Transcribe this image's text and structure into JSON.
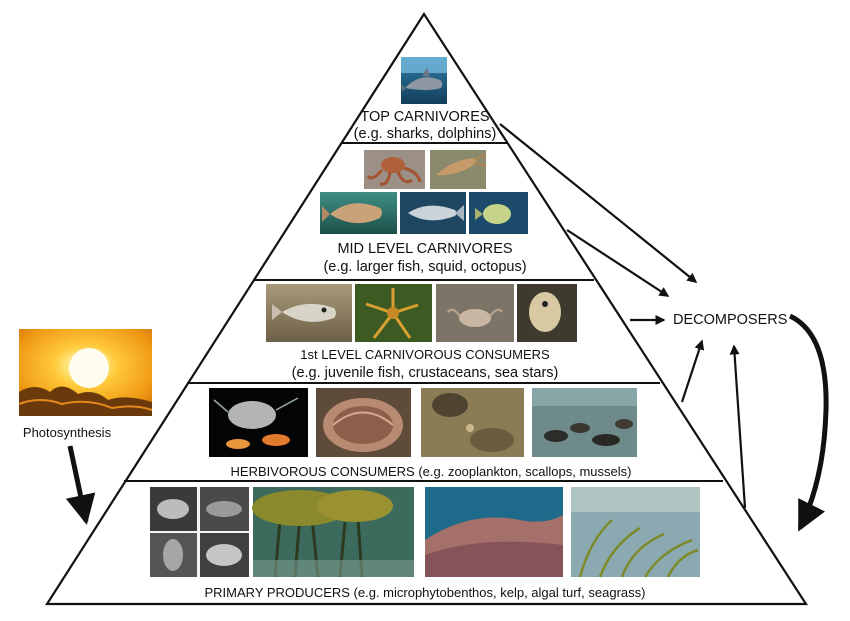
{
  "levels": {
    "top": {
      "title": "TOP CARNIVORES",
      "examples": "(e.g. sharks, dolphins)",
      "photos": [
        "dolphin-photo"
      ]
    },
    "mid": {
      "title": "MID LEVEL CARNIVORES",
      "examples": "(e.g. larger fish, squid, octopus)",
      "photos": [
        "octopus-photo",
        "squid-photo",
        "snapper-photo",
        "silver-fish-photo",
        "leatherjacket-photo"
      ]
    },
    "first": {
      "title": "1st LEVEL CARNIVOROUS CONSUMERS",
      "examples": "(e.g. juvenile fish, crustaceans, sea stars)",
      "photos": [
        "juvenile-fish-photo",
        "sea-star-photo",
        "crab-photo",
        "isopod-photo"
      ]
    },
    "herb": {
      "label": "HERBIVOROUS CONSUMERS (e.g. zooplankton, scallops, mussels)",
      "photos": [
        "zooplankton-photo",
        "scallop-photo",
        "seafloor-photo",
        "mussel-bed-photo"
      ]
    },
    "primary": {
      "label": "PRIMARY PRODUCERS (e.g. microphytobenthos, kelp, algal turf, seagrass)",
      "photos": [
        "microphytobenthos-micrograph",
        "kelp-forest-photo",
        "algal-turf-photo",
        "seagrass-photo"
      ]
    }
  },
  "decomposers": "DECOMPOSERS",
  "photosynthesis": "Photosynthesis",
  "colors": {
    "line": "#111111",
    "sun_core": "#fffbe0",
    "sky": "#f3a51f"
  }
}
